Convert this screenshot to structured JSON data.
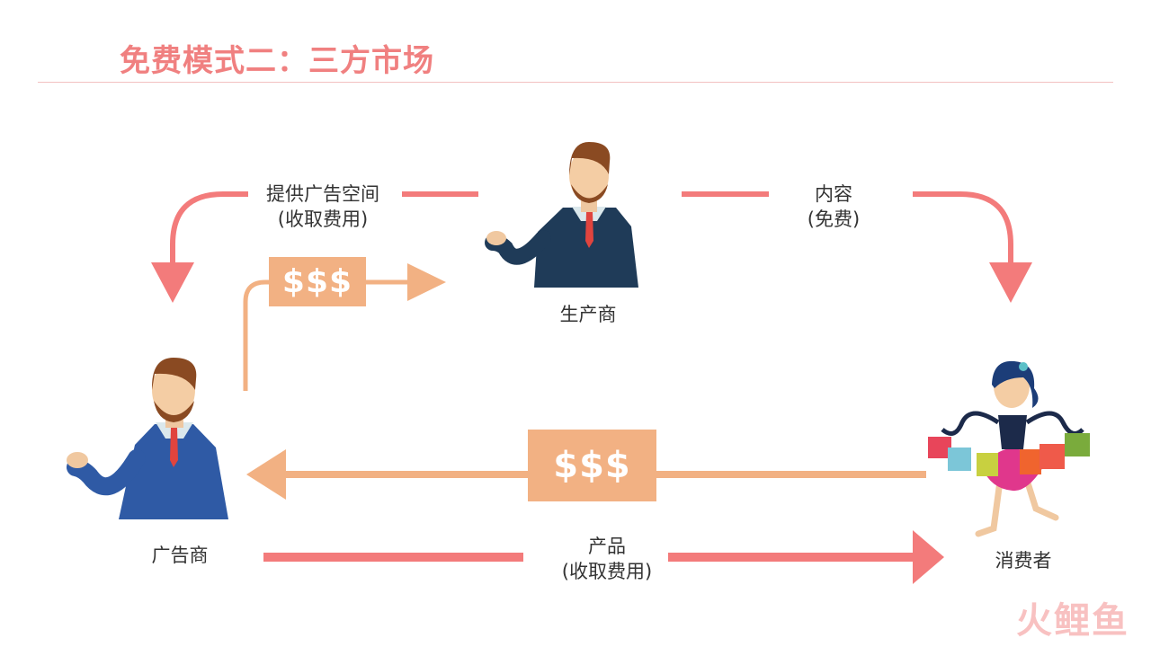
{
  "title": "免费模式二：三方市场",
  "roles": {
    "producer": "生产商",
    "advertiser": "广告商",
    "consumer": "消费者"
  },
  "flows": {
    "ad_space": {
      "line1": "提供广告空间",
      "line2": "(收取费用)"
    },
    "content": {
      "line1": "内容",
      "line2": "(免费)"
    },
    "product": {
      "line1": "产品",
      "line2": "(收取费用)"
    }
  },
  "money": {
    "top": "$$$",
    "middle": "$$$"
  },
  "watermark": "火鲤鱼",
  "colors": {
    "title": "#f08080",
    "red_arrow": "#f37b7b",
    "money_arrow": "#f2b183",
    "producer_suit": "#1f3b58",
    "advertiser_suit": "#2f5aa5"
  }
}
